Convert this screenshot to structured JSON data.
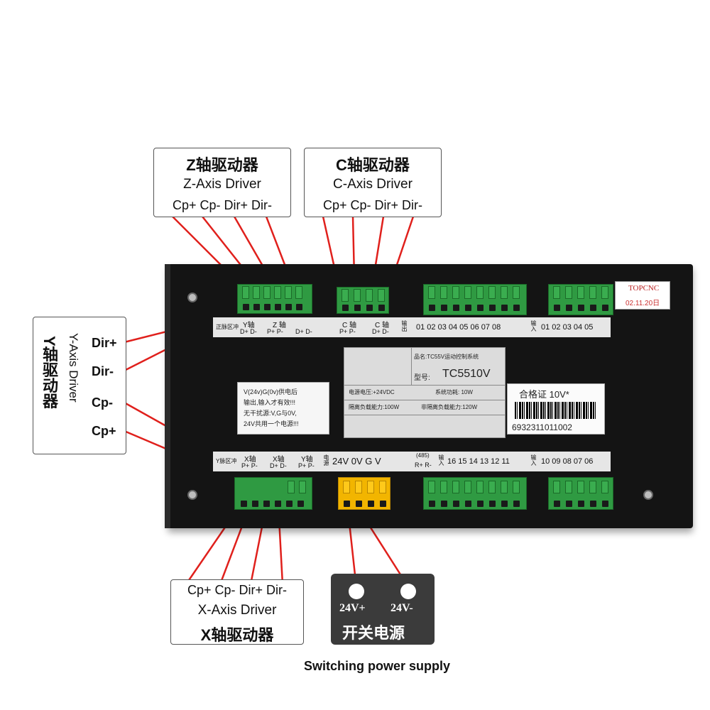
{
  "labels": {
    "z_driver": {
      "title_cn": "Z轴驱动器",
      "title_en": "Z-Axis Driver",
      "pins": "Cp+ Cp- Dir+ Dir-"
    },
    "c_driver": {
      "title_cn": "C轴驱动器",
      "title_en": "C-Axis Driver",
      "pins": "Cp+ Cp- Dir+ Dir-"
    },
    "x_driver": {
      "title_cn": "X轴驱动器",
      "title_en": "X-Axis Driver",
      "pins": "Cp+ Cp- Dir+ Dir-"
    },
    "y_driver": {
      "title_cn": "Y轴驱动器",
      "title_en": "Y-Axis Driver",
      "pin1": "Dir+",
      "pin2": "Dir-",
      "pin3": "Cp-",
      "pin4": "Cp+"
    },
    "psu": {
      "plus": "24V+",
      "minus": "24V-",
      "cn": "开关电源",
      "caption": "Switching power supply"
    }
  },
  "panel": {
    "top_strip": {
      "pulse_label": "正脉区冲",
      "y_axis": "Y轴",
      "y_pm": "D+ D-",
      "z_axis": "Z 轴",
      "z_pm1": "P+ P-",
      "z_pm2": "D+ D-",
      "c_axis1": "C 轴",
      "c_pm1": "P+ P-",
      "c_axis2": "C 轴",
      "c_pm2": "D+ D-",
      "out_label": "输出",
      "out_nums": "01 02 03 04 05 06 07 08",
      "in_label": "输入",
      "in_nums": "01 02 03 04 05"
    },
    "bottom_strip": {
      "pulse_label": "Y脉区冲",
      "x1": "X轴",
      "x1_pm": "P+ P-",
      "x2": "X轴",
      "x2_pm": "D+ D-",
      "y": "Y轴",
      "y_pm": "P+ P-",
      "power_cn": "电源",
      "power_pins": "24V 0V G V",
      "rs485": "(485)",
      "rs485_pins": "R+ R-",
      "in_label1": "输入",
      "in_nums1": "16 15 14 13 12 11",
      "in_label2": "输入",
      "in_nums2": "10 09 08 07 06"
    },
    "warning": [
      "V(24v)G(0v)供电后",
      "输出,输入才有效!!!",
      "无干扰源:V,G与0V,",
      "24V共用一个电源!!!"
    ],
    "info": {
      "product": "品名:TC55V运动控制系统",
      "model_label": "型号:",
      "model": "TC5510V",
      "voltage": "电源电压:+24VDC",
      "power": "系统功耗: 10W",
      "iso_load": "隔离负载能力:100W",
      "non_iso_load": "非隔离负载能力:120W"
    },
    "cert": {
      "title": "合格证 10V*",
      "barcode_num": "6932311011002"
    },
    "brand": {
      "name": "TOPCNC",
      "stamp": "02.11.20日"
    }
  },
  "colors": {
    "wire": "#e0201c",
    "terminal_green": "#2f9a42",
    "terminal_yellow": "#f2b500",
    "panel": "#141414"
  }
}
